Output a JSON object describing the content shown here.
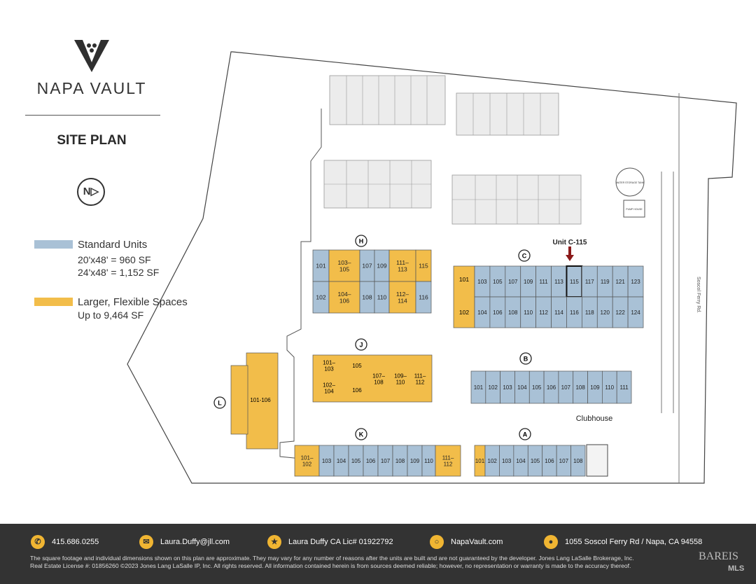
{
  "brand": {
    "name": "NAPA VAULT",
    "plan_title": "SITE PLAN",
    "north_label": "N"
  },
  "legend": {
    "standard": {
      "label": "Standard Units",
      "color": "#a9c1d6",
      "line1": "20'x48' = 960 SF",
      "line2": "24'x48' = 1,152 SF"
    },
    "flexible": {
      "label": "Larger, Flexible Spaces",
      "color": "#f2bd4a",
      "line1": "Up to 9,464 SF"
    }
  },
  "map": {
    "callout": "Unit C-115",
    "road_label": "Soscol Ferry Rd.",
    "clubhouse": "Clubhouse",
    "water_storage": "WATER STORAGE TANK",
    "pump_house": "PUMP HOUSE",
    "building_letters": {
      "H": "H",
      "C": "C",
      "J": "J",
      "B": "B",
      "L": "L",
      "K": "K",
      "A": "A"
    },
    "buildings": {
      "H": [
        [
          "101",
          "blue"
        ],
        [
          "103-105",
          "yellow"
        ],
        [
          "107",
          "blue"
        ],
        [
          "109",
          "blue"
        ],
        [
          "111-113",
          "yellow"
        ],
        [
          "115",
          "yellow"
        ],
        [
          "102",
          "blue"
        ],
        [
          "104-106",
          "yellow"
        ],
        [
          "108",
          "blue"
        ],
        [
          "110",
          "blue"
        ],
        [
          "112-114",
          "yellow"
        ],
        [
          "116",
          "blue"
        ]
      ],
      "C_top": [
        "103",
        "105",
        "107",
        "109",
        "111",
        "113",
        "115",
        "117",
        "119",
        "121",
        "123"
      ],
      "C_bottom": [
        "104",
        "106",
        "108",
        "110",
        "112",
        "114",
        "116",
        "118",
        "120",
        "122",
        "124"
      ],
      "C_flex": [
        "101",
        "102"
      ],
      "J": [
        "101-103",
        "105",
        "107-108",
        "109-110",
        "111-112",
        "102-104",
        "106"
      ],
      "B": [
        "101",
        "102",
        "103",
        "104",
        "105",
        "106",
        "107",
        "108",
        "109",
        "110",
        "111"
      ],
      "L": [
        "101-106"
      ],
      "K": [
        "101-102",
        "103",
        "104",
        "105",
        "106",
        "107",
        "108",
        "109",
        "110",
        "111-112"
      ],
      "A": [
        "101",
        "102",
        "103",
        "104",
        "105",
        "106",
        "107",
        "108"
      ]
    }
  },
  "footer": {
    "phone": "415.686.0255",
    "email": "Laura.Duffy@jll.com",
    "license": "Laura Duffy CA Lic# 01922792",
    "website": "NapaVault.com",
    "address": "1055 Soscol Ferry Rd / Napa, CA 94558",
    "disclaimer_1": "The square footage and individual dimensions shown on this plan are approximate. They may vary for any number of reasons after the units are built and are not guaranteed by the developer. Jones Lang LaSalle Brokerage, Inc.",
    "disclaimer_2": "Real Estate License #: 01856260 ©2023 Jones Lang LaSalle IP, Inc. All rights reserved. All information contained herein is from sources deemed reliable; however, no representation or warranty is made to the accuracy thereof.",
    "watermark": "BAREIS",
    "watermark_mls": "MLS"
  },
  "colors": {
    "blue": "#a9c1d6",
    "yellow": "#f2bd4a",
    "grey": "#ececec",
    "line": "#555555"
  }
}
